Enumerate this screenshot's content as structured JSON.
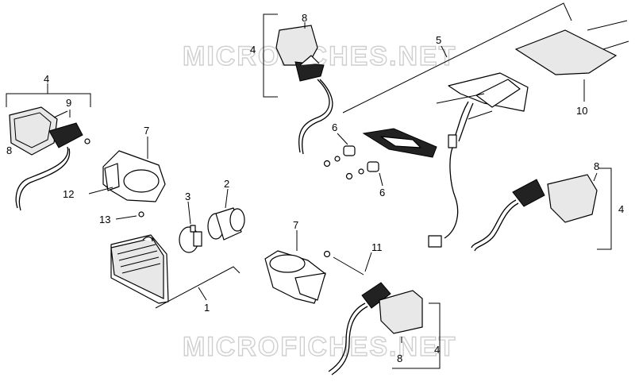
{
  "watermark": {
    "text": "MICROFICHES.NET"
  },
  "callouts": {
    "c4_topleft": "4",
    "c9": "9",
    "c8_topleft": "8",
    "c4_topcenter": "4",
    "c8_topcenter": "8",
    "c5": "5",
    "c10": "10",
    "c6_top": "6",
    "c6_bottom": "6",
    "c7_left": "7",
    "c2": "2",
    "c3": "3",
    "c12": "12",
    "c13": "13",
    "c1": "1",
    "c7_bottom": "7",
    "c11": "11",
    "c8_right": "8",
    "c4_right": "4",
    "c4_bottom": "4",
    "c8_bottom": "8"
  }
}
